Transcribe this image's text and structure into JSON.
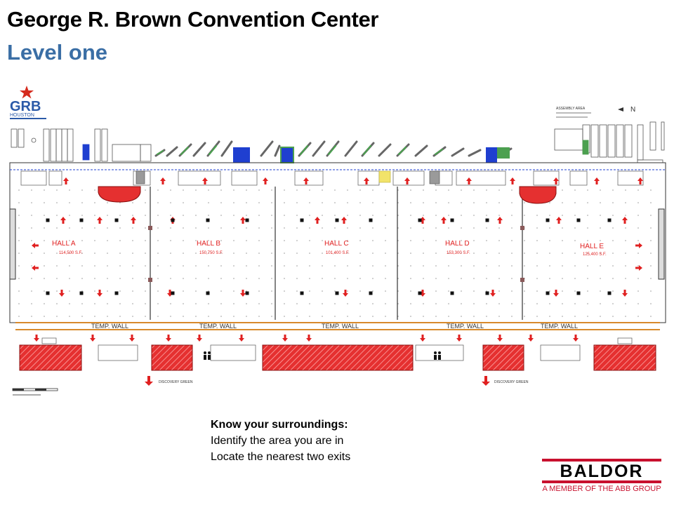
{
  "header": {
    "title": "George R. Brown Convention Center",
    "subtitle": "Level one"
  },
  "floorplan": {
    "logo": {
      "letters": "GRB",
      "city": "HOUSTON"
    },
    "halls": [
      {
        "name": "HALL A",
        "area": "114,500 S.F."
      },
      {
        "name": "HALL B",
        "area": "150,750 S.F."
      },
      {
        "name": "HALL C",
        "area": "101,400 S.F."
      },
      {
        "name": "HALL D",
        "area": "153,300 S.F."
      },
      {
        "name": "HALL E",
        "area": "125,400 S.F."
      }
    ],
    "temp_wall_label": "TEMP. WALL",
    "north_label": "N",
    "assembly_note": "ASSEMBLY AREA",
    "discovery_label": "DISCOVERY GREEN",
    "colors": {
      "exit": "#e02020",
      "stair": "#2040d0",
      "hall_text": "#e02020",
      "line": "#333333"
    }
  },
  "notes": {
    "heading": "Know your surroundings:",
    "lines": [
      "Identify the area you are in",
      "Locate the nearest two exits"
    ]
  },
  "brand": {
    "wordmark": "BALDOR",
    "tagline": "A MEMBER OF THE ABB GROUP",
    "color": "#c8102e"
  }
}
